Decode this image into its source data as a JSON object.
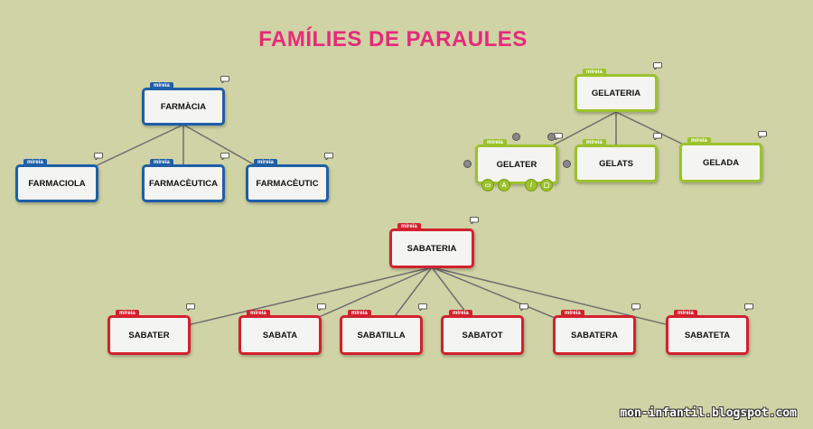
{
  "title": "FAMÍLIES DE PARAULES",
  "watermark": "mon-infantil.blogspot.com",
  "tag_label": "mireia",
  "colors": {
    "blue": "#1e5fa8",
    "green": "#9cc22c",
    "red": "#d2222d",
    "title": "#e8297a",
    "background": "#cfd3a5"
  },
  "families": {
    "farmacia": {
      "root": "FARMÀCIA",
      "children": [
        "FARMACIOLA",
        "FARMACÈUTICA",
        "FARMACÈUTIC"
      ]
    },
    "gelateria": {
      "root": "GELATERIA",
      "children": [
        "GELATER",
        "GELATS",
        "GELADA"
      ]
    },
    "sabateria": {
      "root": "SABATERIA",
      "children": [
        "SABATER",
        "SABATA",
        "SABATILLA",
        "SABATOT",
        "SABATERA",
        "SABATETA"
      ]
    }
  },
  "selected_node_tools": [
    "image-icon",
    "text-icon",
    "edit-icon",
    "picture-icon"
  ]
}
